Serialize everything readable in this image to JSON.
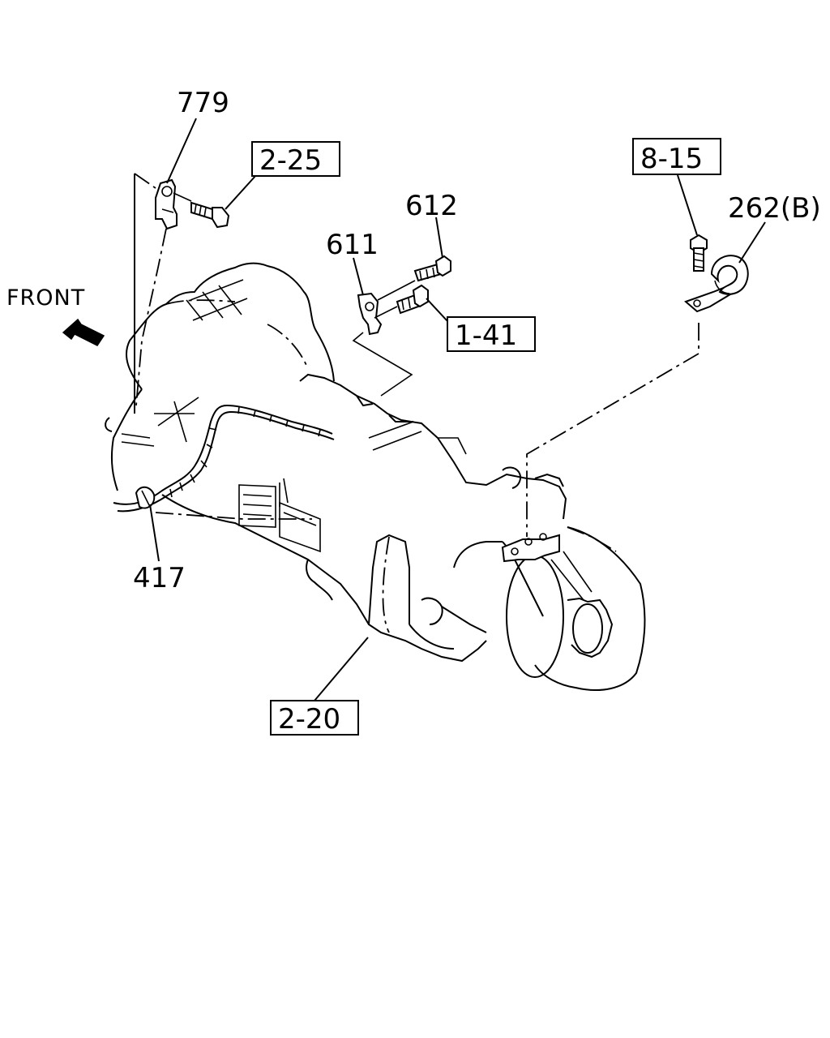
{
  "labels": {
    "part_779": "779",
    "ref_2_25": "2-25",
    "part_612": "612",
    "part_611": "611",
    "ref_1_41": "1-41",
    "ref_8_15": "8-15",
    "part_262b": "262(B)",
    "front": "FRONT",
    "part_417": "417",
    "ref_2_20": "2-20"
  },
  "icons": {
    "front_arrow": "front-direction-arrow-icon"
  }
}
